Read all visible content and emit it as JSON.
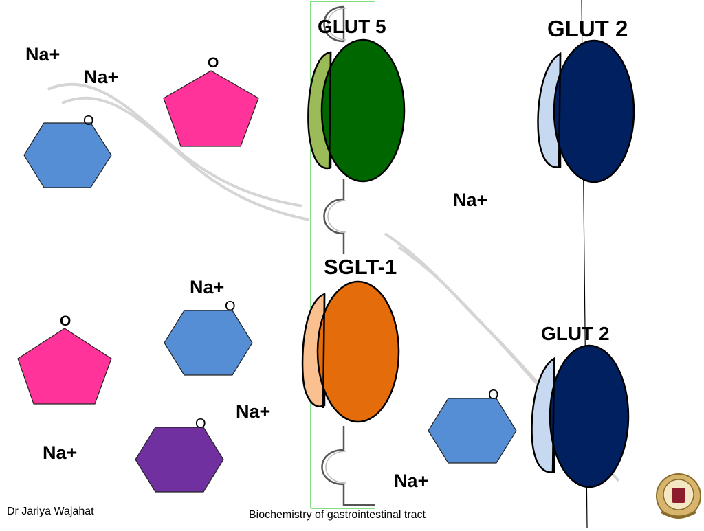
{
  "transporters": {
    "glut5": "GLUT 5",
    "glut2_top": "GLUT 2",
    "glut2_bottom": "GLUT 2",
    "sglt1": "SGLT-1"
  },
  "ions": {
    "na_1": "Na+",
    "na_2": "Na+",
    "na_3": "Na+",
    "na_4": "Na+",
    "na_5": "Na+",
    "na_6": "Na+",
    "na_7": "Na+"
  },
  "ring_oxygen": {
    "o_1": "O",
    "o_2": "O",
    "o_3": "O",
    "o_4": "O",
    "o_5": "O",
    "o_6": "O"
  },
  "footer": {
    "author": "Dr Jariya Wajahat",
    "subject": "Biochemistry of gastrointestinal tract"
  },
  "colors": {
    "pentagon_pink": "#ff3399",
    "hexagon_blue": "#558ed5",
    "hexagon_purple": "#7030a0",
    "glut5_dark": "#006600",
    "glut5_light": "#9bbb59",
    "glut2_dark": "#002060",
    "glut2_light": "#c6d9f1",
    "sglt1_dark": "#e46c0a",
    "sglt1_light": "#fac090",
    "membrane_green": "#33cc33"
  }
}
